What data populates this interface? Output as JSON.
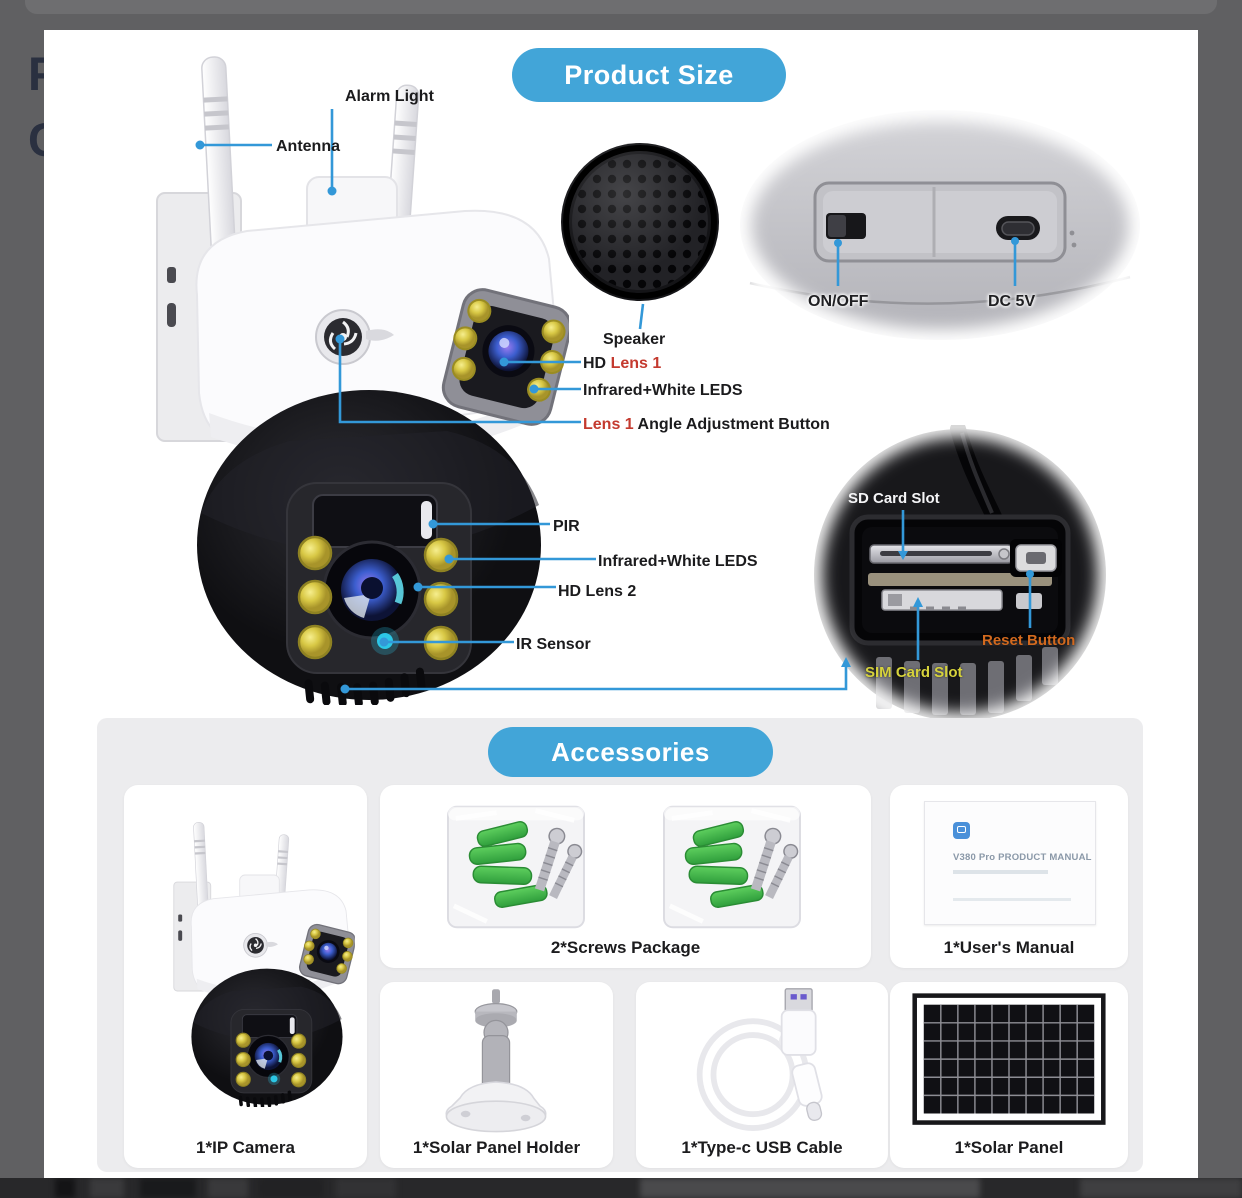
{
  "page": {
    "heading_fragment_top": "P",
    "heading_fragment_bottom": "C"
  },
  "product_size": {
    "badge": "Product Size",
    "callouts": {
      "alarm_light": "Alarm Light",
      "antenna": "Antenna",
      "speaker": "Speaker",
      "hd": "HD",
      "lens1": "Lens 1",
      "infrared_white_leds_top": "Infrared+White LEDS",
      "lens1_angle_rest": "Angle Adjustment Button",
      "pir": "PIR",
      "infrared_white_leds_bottom": "Infrared+White LEDS",
      "hd_lens2": "HD Lens 2",
      "ir_sensor": "IR Sensor",
      "on_off": "ON/OFF",
      "dc_5v": "DC 5V",
      "sd_card_slot": "SD Card Slot",
      "reset_button": "Reset Button",
      "sim_card_slot": "SIM Card Slot"
    }
  },
  "accessories": {
    "badge": "Accessories",
    "manual_title": "V380 Pro PRODUCT MANUAL",
    "items": [
      {
        "label": "1*IP Camera"
      },
      {
        "label": "2*Screws Package"
      },
      {
        "label": "1*User's Manual"
      },
      {
        "label": "1*Solar Panel Holder"
      },
      {
        "label": "1*Type-c USB Cable"
      },
      {
        "label": "1*Solar Panel"
      }
    ]
  },
  "colors": {
    "accent_blue": "#3398d8",
    "pill_blue": "#42a5d8",
    "label_red": "#c43a2f",
    "label_orange": "#d2691e",
    "label_yellow": "#d6d23c"
  }
}
